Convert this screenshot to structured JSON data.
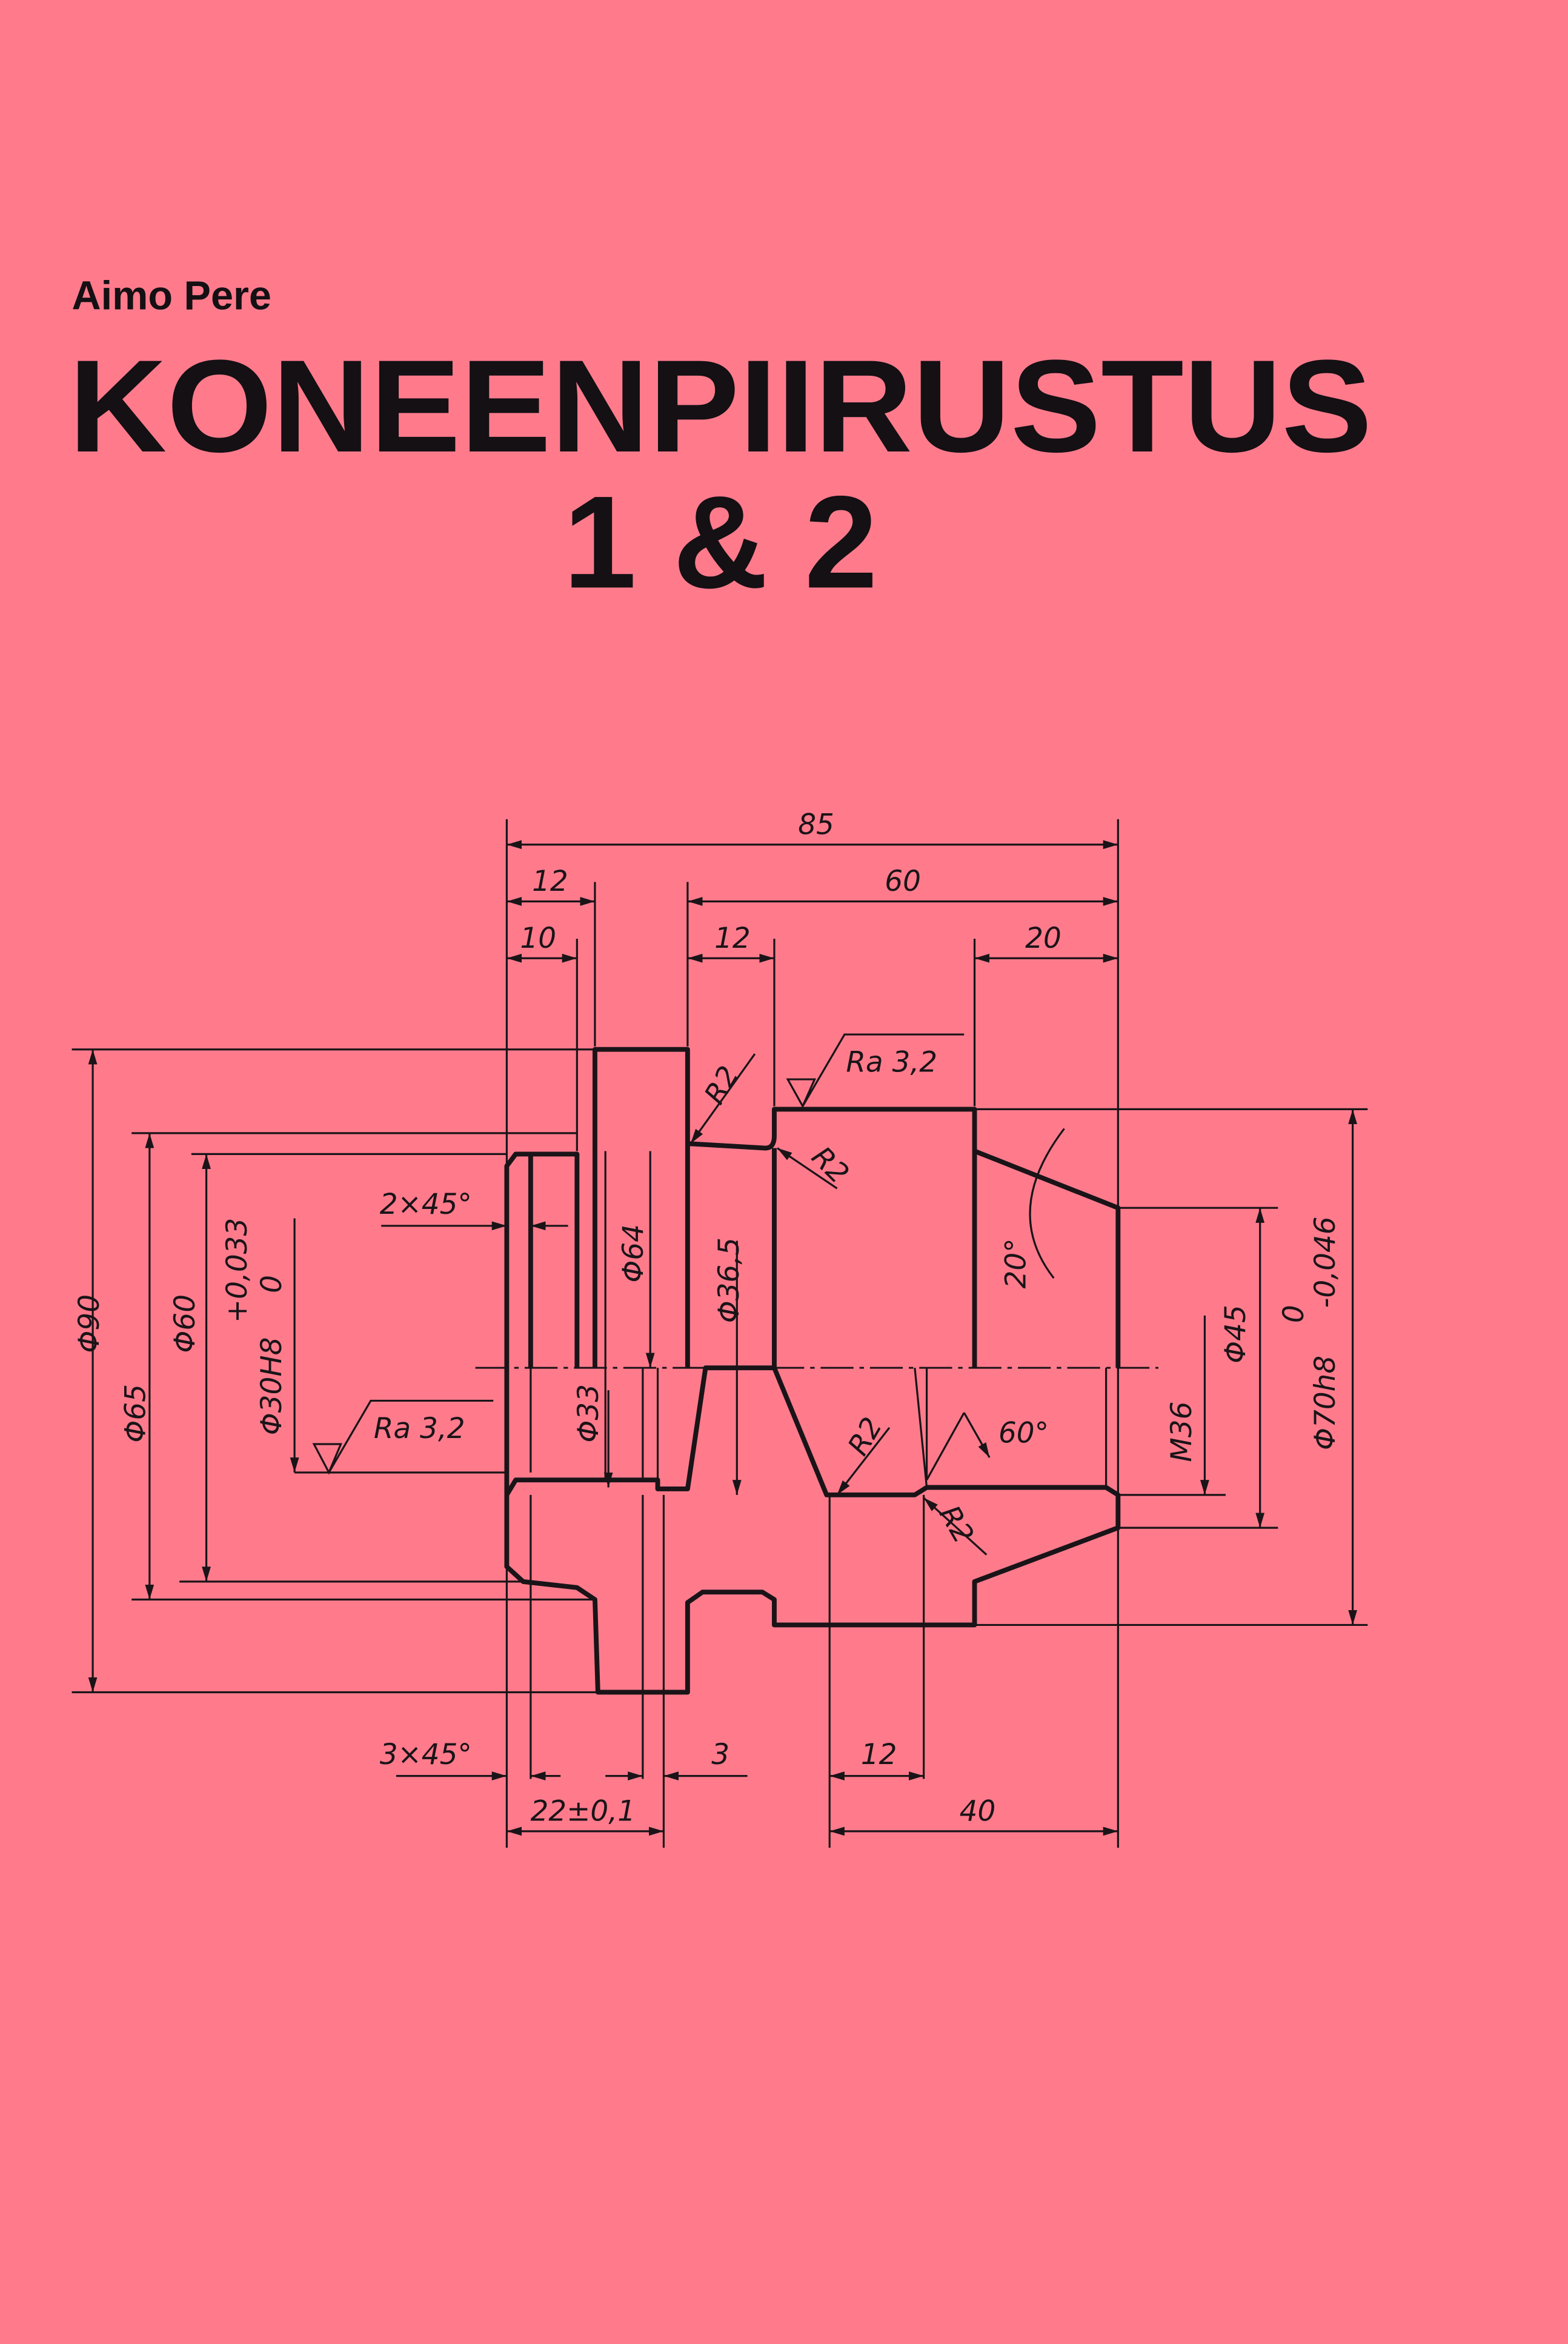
{
  "cover": {
    "author": "Aimo Pere",
    "title": "KONEENPIIRUSTUS",
    "subtitle": "1 & 2",
    "background_color": "#FF7B8C",
    "ink_color": "#141014"
  },
  "drawing": {
    "dim_85": "85",
    "dim_12_top": "12",
    "dim_60_top": "60",
    "dim_10": "10",
    "dim_12_mid": "12",
    "dim_20": "20",
    "ra_top": "Ra  3,2",
    "r2_a": "R2",
    "r2_b": "R2",
    "chamfer_2x45": "2×45°",
    "d90": "Φ90",
    "d65": "Φ65",
    "d60": "Φ60",
    "d30h8": "Φ30H8",
    "tol_30_upper": "+0,033",
    "tol_30_lower": "0",
    "d64": "Φ64",
    "d36_5": "Φ36,5",
    "angle_20": "20°",
    "d33": "Φ33",
    "ra_bottom": "Ra  3,2",
    "r2_c": "R2",
    "angle_60": "60°",
    "r2_d": "R2",
    "m36": "M36",
    "d45": "Φ45",
    "d70h8": "Φ70h8",
    "tol_70_upper": "0",
    "tol_70_lower": "-0,046",
    "chamfer_3x45": "3×45°",
    "dim_3": "3",
    "dim_12_bottom": "12",
    "dim_22": "22±0,1",
    "dim_40": "40"
  }
}
